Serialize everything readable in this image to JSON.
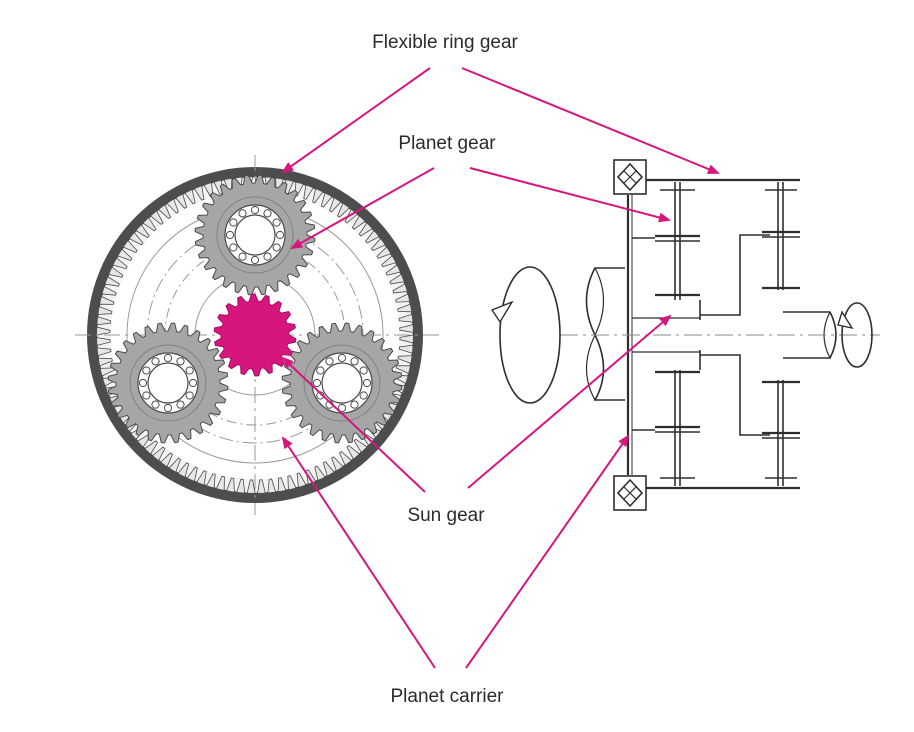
{
  "labels": {
    "ring": "Flexible ring gear",
    "planet": "Planet gear",
    "sun": "Sun gear",
    "carrier": "Planet carrier"
  },
  "colors": {
    "accent": "#d6157e",
    "gear_fill": "#a6a6a6",
    "gear_stroke": "#4a4a4a",
    "ring_fill": "#4d4d4d",
    "line": "#2e2e2e",
    "text": "#2b2b2b"
  },
  "icons": {
    "rotation": "rotation-arrow-icon",
    "bearing": "bearing-symbol-icon"
  }
}
